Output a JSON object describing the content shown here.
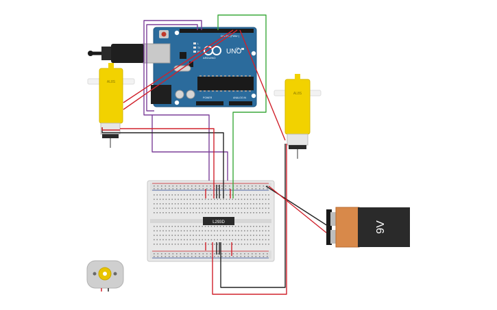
{
  "board": {
    "brand": "ARDUINO",
    "model": "UNO",
    "digital_header_label": "DIGITAL (PWM~)",
    "power_header_label": "POWER",
    "analog_header_label": "ANALOG IN",
    "on_led_label": "ON",
    "tx_label": "TX",
    "rx_label": "RX",
    "l_label": "L"
  },
  "motor_left": {
    "label": "AL8S"
  },
  "motor_right": {
    "label": "AL8S"
  },
  "driver_ic": {
    "label": "L293D"
  },
  "battery": {
    "label": "9V"
  },
  "colors": {
    "board": "#2b6b9c",
    "motor_yellow": "#f2d200",
    "battery_body": "#d8894a",
    "battery_cap": "#2a2a2a",
    "wire_red": "#d0202a",
    "wire_black": "#222222",
    "wire_purple": "#7b3f98",
    "wire_green": "#3aa83a",
    "breadboard": "#e6e6e6"
  }
}
